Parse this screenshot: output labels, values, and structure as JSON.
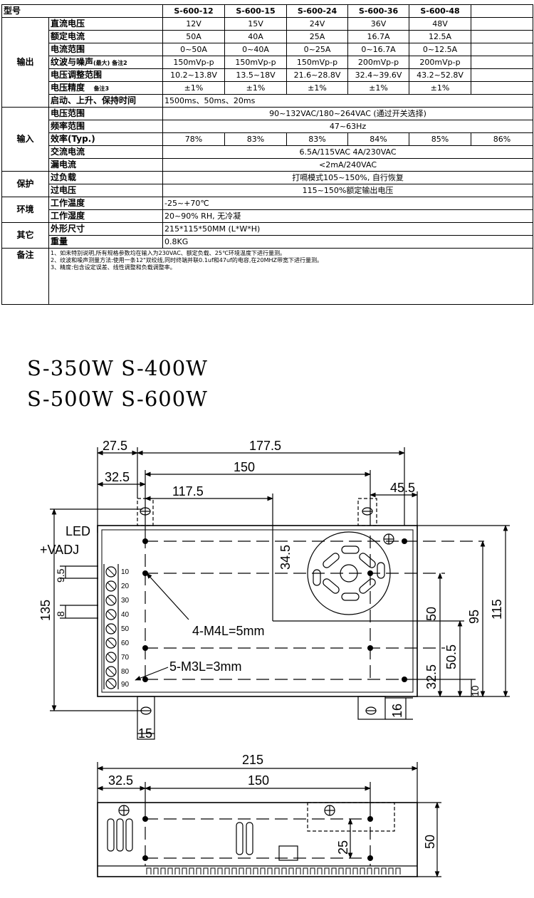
{
  "table": {
    "header": [
      "型号",
      "S-600-12",
      "S-600-15",
      "S-600-24",
      "S-600-36",
      "S-600-48",
      ""
    ],
    "output": {
      "group": "输出",
      "rows": [
        {
          "label": "直流电压",
          "values": [
            "12V",
            "15V",
            "24V",
            "36V",
            "48V"
          ]
        },
        {
          "label": "额定电流",
          "values": [
            "50A",
            "40A",
            "25A",
            "16.7A",
            "12.5A"
          ]
        },
        {
          "label": "电流范围",
          "values": [
            "0~50A",
            "0~40A",
            "0~25A",
            "0~16.7A",
            "0~12.5A"
          ]
        },
        {
          "label": "纹波与噪声",
          "label_small": "(最大) 备注2",
          "values": [
            "150mVp-p",
            "150mVp-p",
            "150mVp-p",
            "200mVp-p",
            "200mVp-p"
          ]
        },
        {
          "label": "电压调整范围",
          "values": [
            "10.2~13.8V",
            "13.5~18V",
            "21.6~28.8V",
            "32.4~39.6V",
            "43.2~52.8V"
          ]
        },
        {
          "label": "电压精度",
          "label_small": "备注3",
          "values": [
            "±1%",
            "±1%",
            "±1%",
            "±1%",
            "±1%"
          ]
        },
        {
          "label": "启动、上升、保持时间",
          "span_value": "1500ms、50ms、20ms"
        }
      ]
    },
    "input": {
      "group": "输入",
      "voltage_range": {
        "label": "电压范围",
        "value": "90~132VAC/180~264VAC  (通过开关选择)"
      },
      "frequency": {
        "label": "频率范围",
        "value": "47~63Hz"
      },
      "efficiency": {
        "label": "效率(Typ.)",
        "values": [
          "78%",
          "83%",
          "83%",
          "84%",
          "85%",
          "86%"
        ]
      },
      "ac_current": {
        "label": "交流电流",
        "value": "6.5A/115VAC    4A/230VAC"
      },
      "leakage": {
        "label": "漏电流",
        "value": "<2mA/240VAC"
      }
    },
    "protection": {
      "group": "保护",
      "overload": {
        "label": "过负载",
        "value": "打嗝模式105~150%, 自行恢复"
      },
      "overvoltage": {
        "label": "过电压",
        "value": "115~150%额定输出电压"
      }
    },
    "environment": {
      "group": "环境",
      "temp": {
        "label": "工作温度",
        "value": "-25~+70℃"
      },
      "humidity": {
        "label": "工作湿度",
        "value": "20~90% RH, 无冷凝"
      }
    },
    "other": {
      "group": "其它",
      "size": {
        "label": "外形尺寸",
        "value": "215*115*50MM (L*W*H)"
      },
      "weight": {
        "label": "重量",
        "value": "0.8KG"
      }
    },
    "notes": {
      "group": "备注",
      "lines": [
        "1、如未特别说明,所有规格参数均在输入为230VAC、额定负载、25℃环境温度下进行量测。",
        "2、纹波和噪声测量方法:使用一条12\"双绞线,同时终端并联0.1uf和47uf的电容,在20MHZ带宽下进行量测。",
        "3、精度:包含设定误差、线性调整和负载调整率。"
      ]
    }
  },
  "models": {
    "line1": "S-350W  S-400W",
    "line2": "S-500W  S-600W"
  },
  "drawing": {
    "dims_top": {
      "d1": "27.5",
      "d2": "177.5",
      "d3": "150",
      "d4": "32.5",
      "d5": "117.5",
      "d6": "45.5"
    },
    "left_labels": {
      "led": "LED",
      "vadj": "+VADJ",
      "d_left_135": "135",
      "d_95": "9.5",
      "d_8": "8"
    },
    "right_dims": {
      "d34": "34.5",
      "d50": "50",
      "d95": "95",
      "d115": "115",
      "d505": "50.5",
      "d325": "32.5",
      "d10": "10",
      "d16": "16",
      "d15": "15"
    },
    "callouts": {
      "m4": "4-M4L=5mm",
      "m3": "5-M3L=3mm"
    },
    "terminals": [
      "10",
      "20",
      "30",
      "40",
      "50",
      "60",
      "70",
      "80",
      "90"
    ],
    "side": {
      "d215": "215",
      "d325": "32.5",
      "d150": "150",
      "d25": "25",
      "d50": "50"
    }
  }
}
